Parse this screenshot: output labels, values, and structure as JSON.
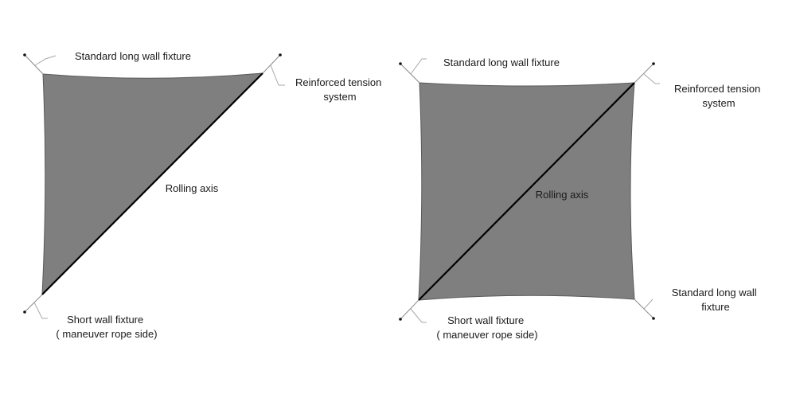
{
  "colors": {
    "sail_fill": "#7f7f7f",
    "axis": "#000000",
    "rope": "#8a8a8a",
    "text": "#1a1a1a"
  },
  "diagrams": [
    {
      "name": "triangle-sail",
      "shape": "triangle",
      "labels": {
        "top_left": [
          "Standard long wall fixture"
        ],
        "top_right": [
          "Reinforced tension",
          "system"
        ],
        "bottom_left": [
          "Short wall fixture",
          "( maneuver rope side)"
        ],
        "axis": [
          "Rolling axis"
        ]
      }
    },
    {
      "name": "square-sail",
      "shape": "square",
      "labels": {
        "top_left": [
          "Standard long wall fixture"
        ],
        "top_right": [
          "Reinforced tension",
          "system"
        ],
        "bottom_left": [
          "Short wall fixture",
          "( maneuver rope side)"
        ],
        "bottom_right": [
          "Standard long wall",
          "fixture"
        ],
        "axis": [
          "Rolling axis"
        ]
      }
    }
  ]
}
